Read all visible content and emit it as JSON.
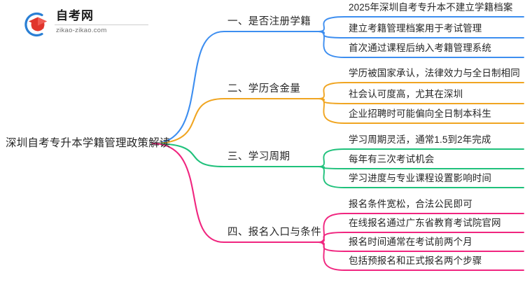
{
  "logo": {
    "title": "自考网",
    "subtitle": "zikao-zikao.com",
    "mark_icon": "circle-graduation-cap-logo-icon",
    "ring_color": "#2a7fd4",
    "cap_color": "#e0342c"
  },
  "mindmap": {
    "root": {
      "label": "深圳自考专升本学籍管理政策解读"
    },
    "branches": [
      {
        "label": "一、是否注册学籍",
        "color": "#3d8ef0",
        "children": [
          {
            "label": "2025年深圳自考专升本不建立学籍档案"
          },
          {
            "label": "建立考籍管理档案用于考试管理"
          },
          {
            "label": "首次通过课程后纳入考籍管理系统"
          }
        ]
      },
      {
        "label": "二、学历含金量",
        "color": "#f0a521",
        "children": [
          {
            "label": "学历被国家承认，法律效力与全日制相同"
          },
          {
            "label": "社会认可度高，尤其在深圳"
          },
          {
            "label": "企业招聘时可能偏向全日制本科生"
          }
        ]
      },
      {
        "label": "三、学习周期",
        "color": "#1fc17b",
        "children": [
          {
            "label": "学习周期灵活，通常1.5到2年完成"
          },
          {
            "label": "每年有三次考试机会"
          },
          {
            "label": "学习进度与专业课程设置影响时间"
          }
        ]
      },
      {
        "label": "四、报名入口与条件",
        "color": "#f0257f",
        "children": [
          {
            "label": "报名条件宽松，合法公民即可"
          },
          {
            "label": "在线报名通过广东省教育考试院官网"
          },
          {
            "label": "报名时间通常在考试前两个月"
          },
          {
            "label": "包括预报名和正式报名两个步骤"
          }
        ]
      }
    ]
  }
}
